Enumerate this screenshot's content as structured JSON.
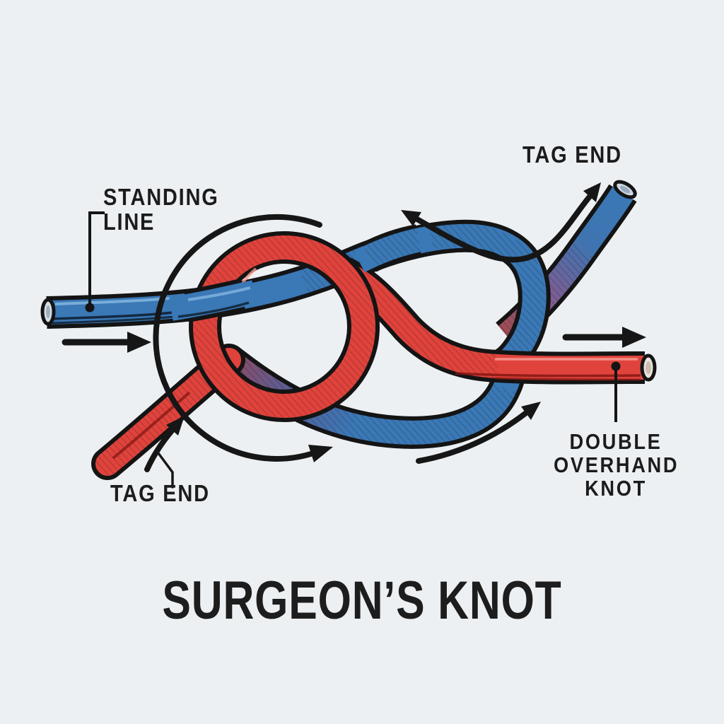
{
  "title": "SURGEON’S KNOT",
  "labels": {
    "standing_line": "STANDING\nLINE",
    "tag_end_top": "TAG END",
    "tag_end_bottom": "TAG END",
    "double_overhand_knot": "DOUBLE\nOVERHAND\nKNOT"
  },
  "colors": {
    "background": "#edf0f2",
    "rope_blue": "#3a78b6",
    "rope_red": "#e0433c",
    "rope_blend_purple": "#7b5e94",
    "outline": "#141414",
    "text": "#1c1c1c"
  },
  "diagram": {
    "ropes": [
      {
        "name": "standing-line-rope",
        "color": "#3a78b6"
      },
      {
        "name": "tag-end-rope",
        "color": "#e0433c"
      }
    ],
    "arrows": [
      "left-loop-wrap-arrow",
      "tag-end-path-arrow",
      "right-loop-wrap-arrow",
      "standing-line-direction-arrow",
      "tag-end-direction-arrow",
      "tag-end-entry-arrow"
    ]
  }
}
